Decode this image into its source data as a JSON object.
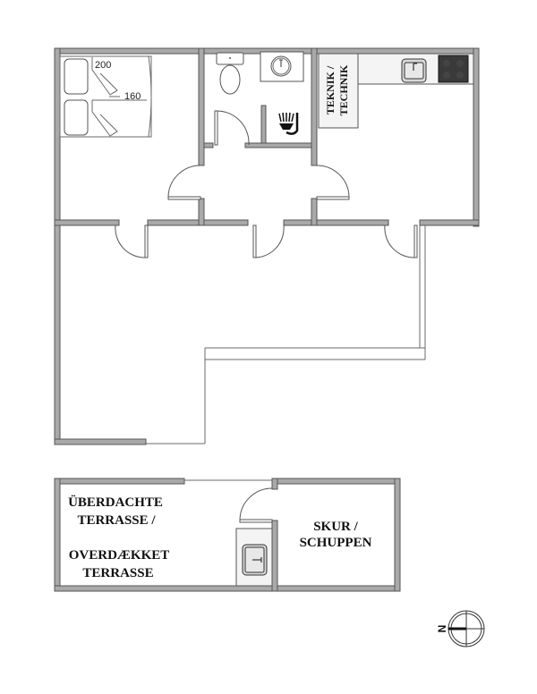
{
  "plan": {
    "rooms": {
      "bedroom": {
        "bed_length": "200",
        "bed_width": "160"
      },
      "technik": {
        "label_line1": "TEKNIK /",
        "label_line2": "TECHNIK"
      },
      "terrace": {
        "label_line1": "ÜBERDACHTE",
        "label_line2": "TERRASSE /",
        "label_line3": "OVERDÆKKET",
        "label_line4": "TERRASSE"
      },
      "shed": {
        "label_line1": "SKUR /",
        "label_line2": "SCHUPPEN"
      }
    },
    "compass": {
      "north_label": "N",
      "icon": "compass-north-icon"
    },
    "colors": {
      "wall_fill": "#a9a9a9",
      "wall_stroke": "#555555",
      "line": "#6a6a6a",
      "stove": "#3a3a3a"
    }
  }
}
